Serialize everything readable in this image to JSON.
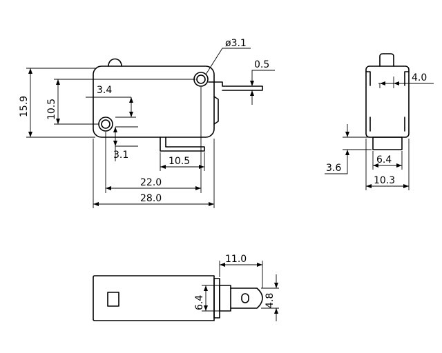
{
  "front_view": {
    "dim_hole_diameter": "ø3.1",
    "dim_lever_thickness": "0.5",
    "dim_height": "15.9",
    "dim_hole_spacing_v": "10.5",
    "dim_hole_offset_top": "3.4",
    "dim_hole_offset_left": "3.1",
    "dim_terminal_length": "10.5",
    "dim_hole_spacing_h": "22.0",
    "dim_length": "28.0"
  },
  "side_view": {
    "dim_plunger_width": "4.0",
    "dim_terminal_height": "3.6",
    "dim_terminal_width": "6.4",
    "dim_width": "10.3"
  },
  "top_view": {
    "dim_terminal_projection": "11.0",
    "dim_flange_height": "6.4",
    "dim_tab_width": "4.8"
  }
}
